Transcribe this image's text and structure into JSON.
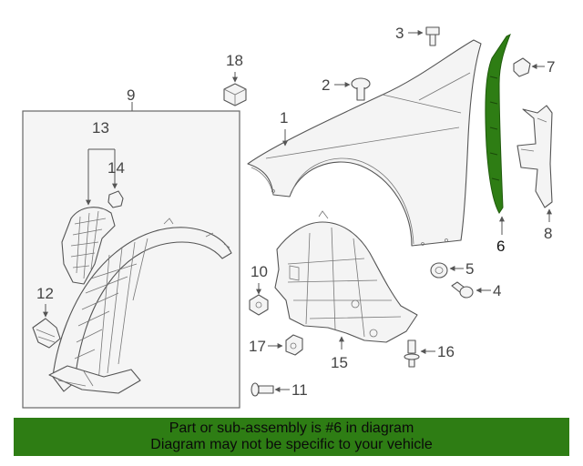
{
  "callouts": {
    "c1": "1",
    "c2": "2",
    "c3": "3",
    "c4": "4",
    "c5": "5",
    "c6": "6",
    "c7": "7",
    "c8": "8",
    "c9": "9",
    "c10": "10",
    "c11": "11",
    "c12": "12",
    "c13": "13",
    "c14": "14",
    "c15": "15",
    "c16": "16",
    "c17": "17",
    "c18": "18"
  },
  "highlighted_part": "6",
  "colors": {
    "highlight_part": "#2e7d14",
    "banner": "#2e7d14",
    "banner_text": "#0a0a0a"
  },
  "banner": {
    "line1": "Part or sub-assembly is #6 in diagram",
    "line2": "Diagram may not be specific to your vehicle"
  }
}
